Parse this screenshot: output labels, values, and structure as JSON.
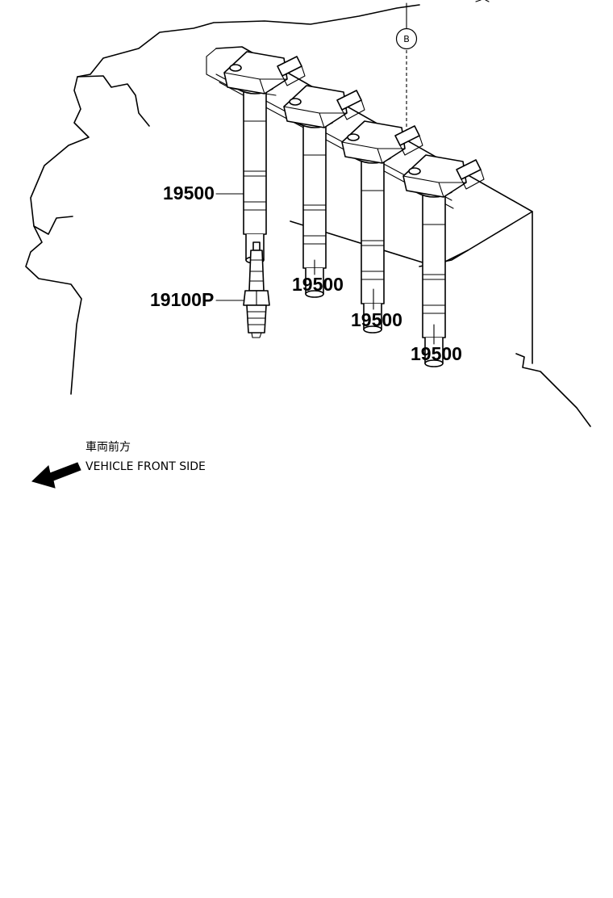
{
  "parts": {
    "coil_1": "19500",
    "coil_2": "19500",
    "coil_3": "19500",
    "coil_4": "19500",
    "spark_plug": "19100P"
  },
  "reference_marker": "B",
  "direction": {
    "japanese": "車両前方",
    "english": "VEHICLE FRONT SIDE"
  },
  "icons": [
    "ignition-coil-icon",
    "spark-plug-icon",
    "front-arrow-icon"
  ]
}
